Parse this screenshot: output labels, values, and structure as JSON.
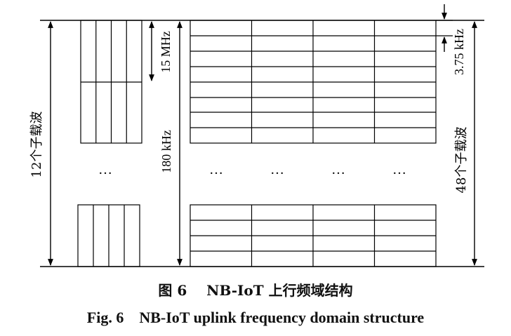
{
  "diagram": {
    "labels": {
      "left_subcarriers": "12个子载波",
      "spacing_15": "15 MHz",
      "bandwidth": "180 kHz",
      "spacing_375": "3.75 kHz",
      "right_subcarriers": "48个子载波",
      "ellipsis": "…"
    }
  },
  "caption": {
    "cn_number": "图 6",
    "cn_title": "NB-IoT 上行频域结构",
    "en_number": "Fig. 6",
    "en_title": "NB-IoT uplink frequency domain structure"
  },
  "colors": {
    "line": "#000000",
    "background": "#ffffff"
  }
}
